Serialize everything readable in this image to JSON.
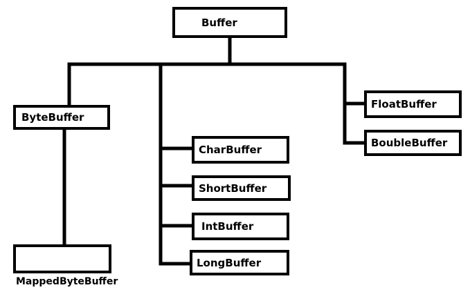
{
  "nodes": {
    "buffer": "Buffer",
    "byte_buffer": "ByteBuffer",
    "float_buffer": "FloatBuffer",
    "double_buffer": "BoubleBuffer",
    "char_buffer": "CharBuffer",
    "short_buffer": "ShortBuffer",
    "int_buffer": "IntBuffer",
    "long_buffer": "LongBuffer",
    "mapped_byte_buffer": "MappedByteBuffer"
  },
  "colors": {
    "line": "#000000",
    "background": "#ffffff"
  }
}
